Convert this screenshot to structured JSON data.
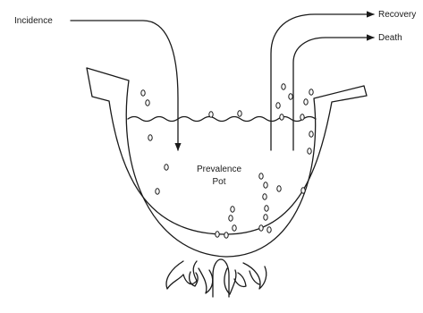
{
  "labels": {
    "incidence": "Incidence",
    "recovery": "Recovery",
    "death": "Death",
    "pot_line1": "Prevalence",
    "pot_line2": "Pot"
  },
  "colors": {
    "ink": "#1a1a1a",
    "background": "#ffffff"
  }
}
